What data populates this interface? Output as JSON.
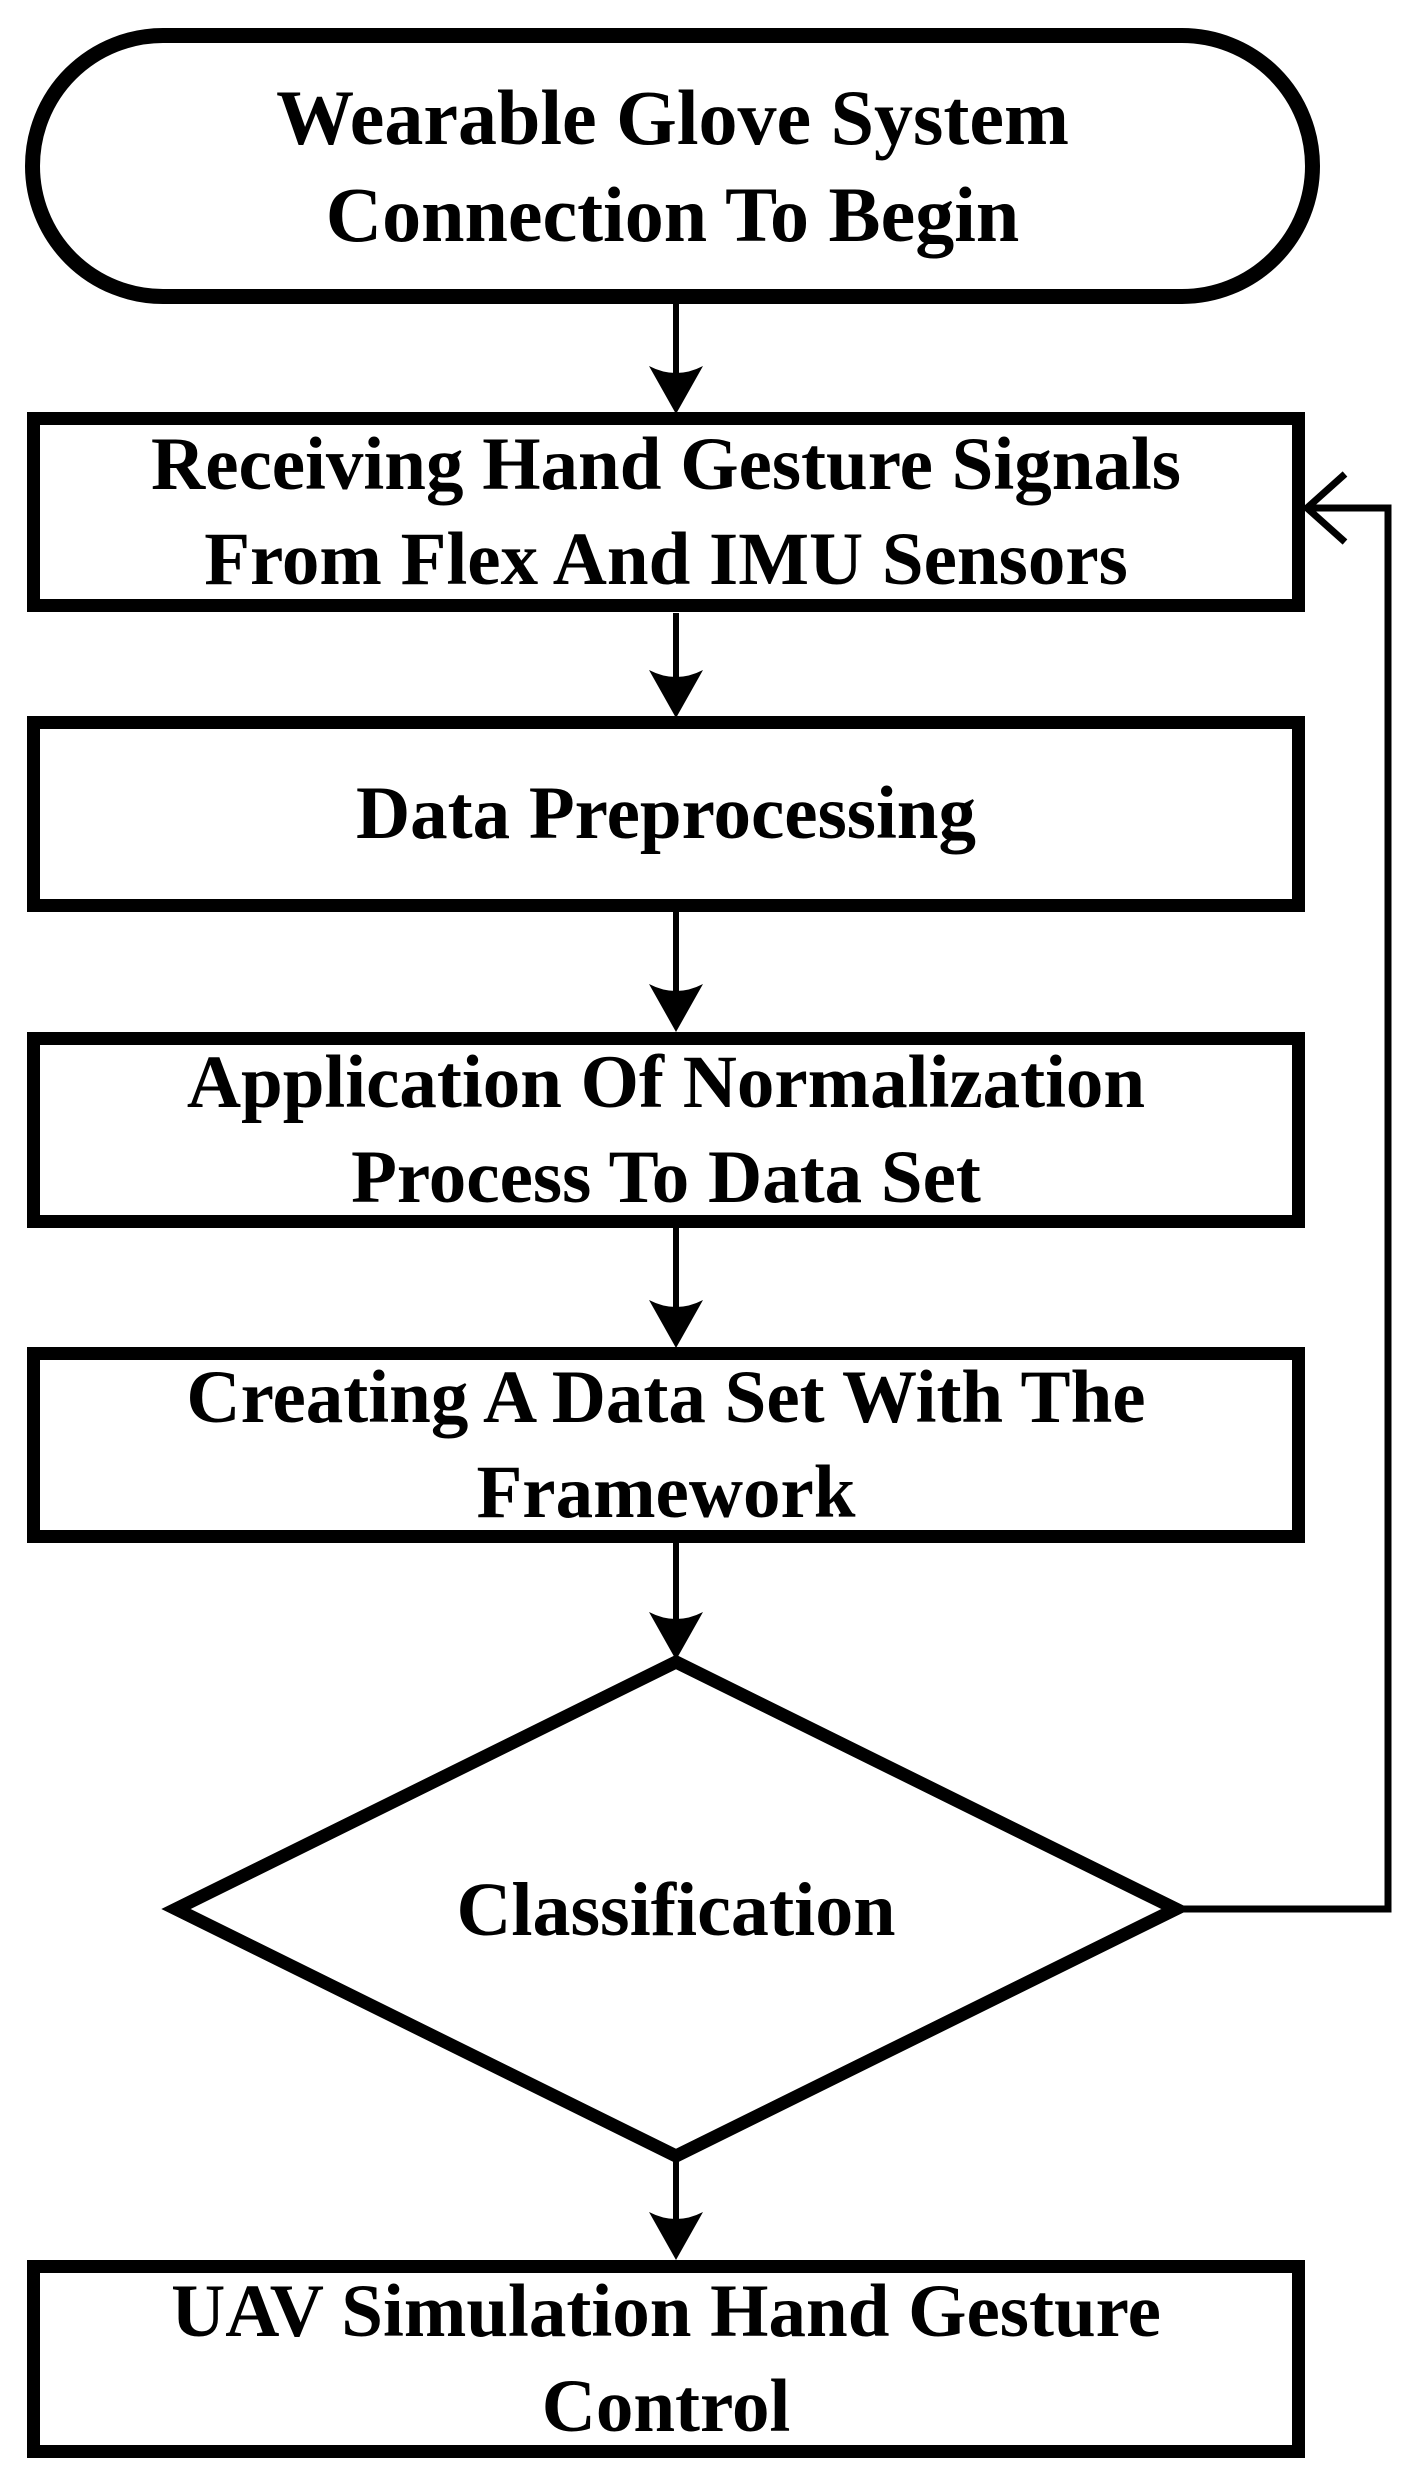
{
  "flowchart": {
    "colors": {
      "background": "#ffffff",
      "stroke": "#000000",
      "text": "#000000"
    },
    "nodes": {
      "start": {
        "label": "Wearable Glove System\nConnection To Begin"
      },
      "receive": {
        "label": "Receiving Hand Gesture Signals\nFrom Flex And IMU Sensors"
      },
      "preprocess": {
        "label": "Data Preprocessing"
      },
      "normalize": {
        "label": "Application Of Normalization\nProcess To Data Set"
      },
      "createset": {
        "label": "Creating A Data Set With The\nFramework"
      },
      "classify": {
        "label": "Classification"
      },
      "uav": {
        "label": "UAV Simulation Hand Gesture\nControl"
      }
    },
    "edges": [
      {
        "from": "start",
        "to": "receive"
      },
      {
        "from": "receive",
        "to": "preprocess"
      },
      {
        "from": "preprocess",
        "to": "normalize"
      },
      {
        "from": "normalize",
        "to": "createset"
      },
      {
        "from": "createset",
        "to": "classify"
      },
      {
        "from": "classify",
        "to": "uav"
      },
      {
        "from": "classify",
        "to": "receive"
      }
    ]
  }
}
